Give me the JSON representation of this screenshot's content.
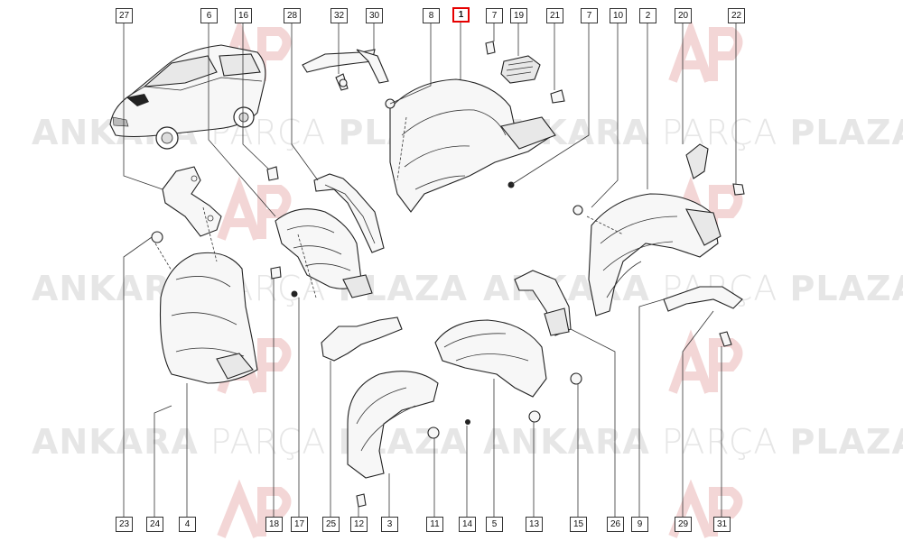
{
  "watermark": {
    "bold_left": "ANKARA",
    "thin_middle": "PARÇA",
    "bold_right": "PLAZA",
    "brand_color": "#e8e8e8",
    "logo_color": "#f5d9d9"
  },
  "callouts": {
    "top": [
      "27",
      "6",
      "16",
      "28",
      "32",
      "30",
      "8",
      "1",
      "7",
      "19",
      "21",
      "7",
      "10",
      "2",
      "20",
      "22"
    ],
    "bottom": [
      "23",
      "24",
      "4",
      "18",
      "17",
      "25",
      "12",
      "3",
      "11",
      "14",
      "5",
      "13",
      "15",
      "26",
      "9",
      "29",
      "31"
    ]
  },
  "highlight": {
    "part_number": "1",
    "color": "#e60000"
  }
}
